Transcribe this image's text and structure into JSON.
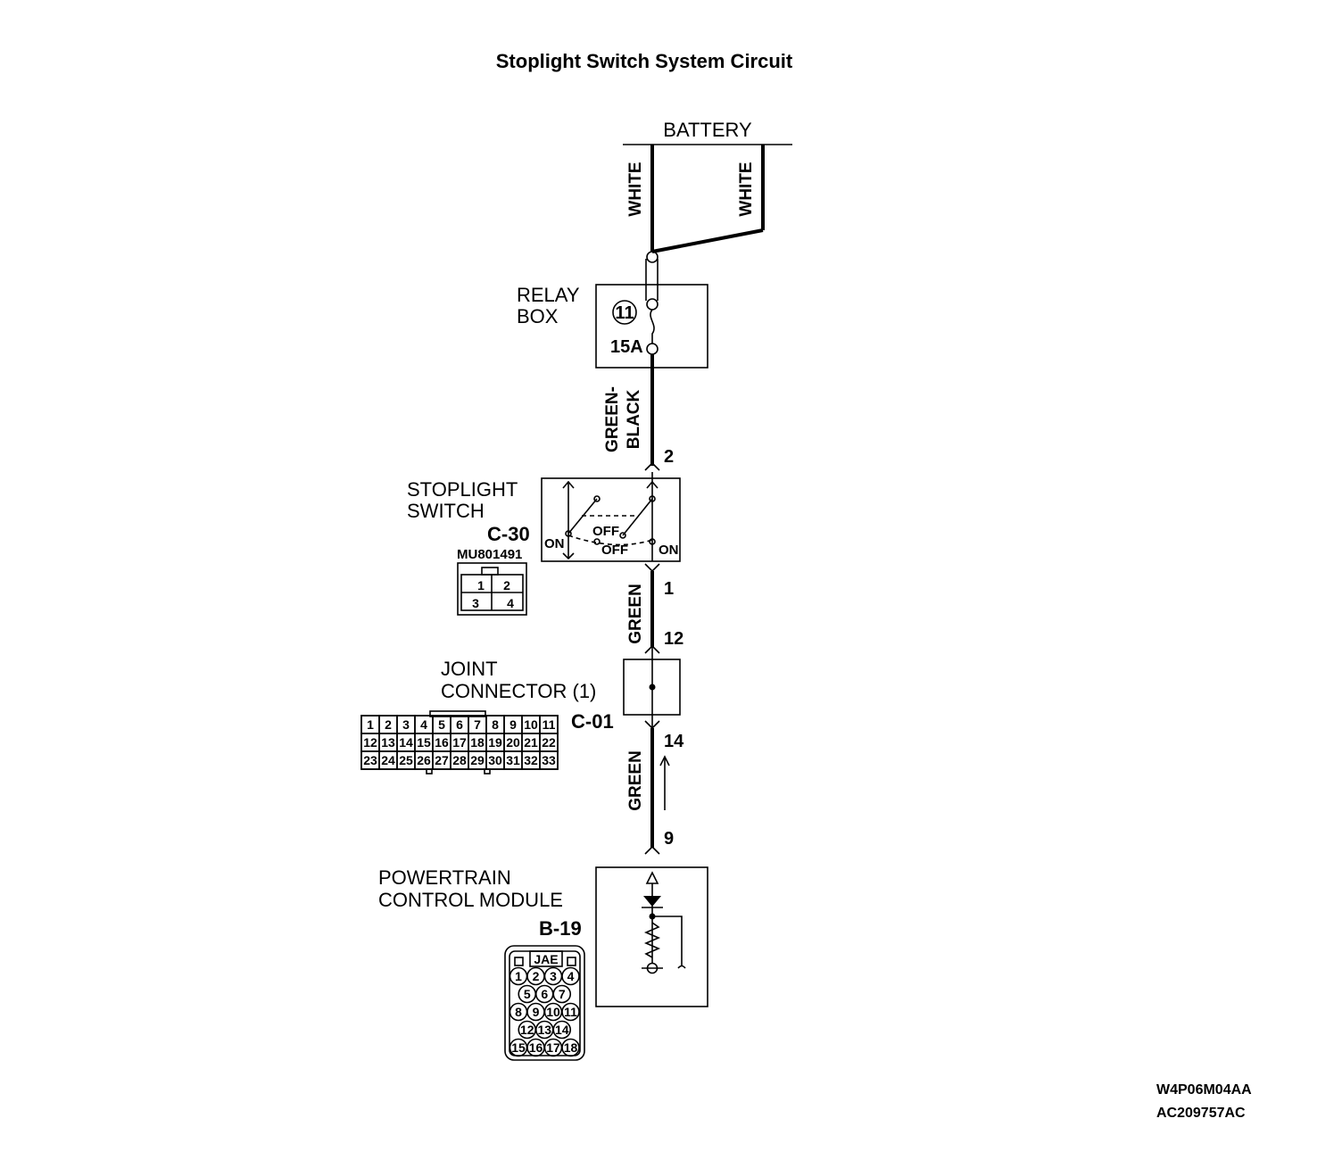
{
  "title": "Stoplight Switch System Circuit",
  "battery": {
    "label": "BATTERY",
    "wire_left": "WHITE",
    "wire_right": "WHITE"
  },
  "relay_box": {
    "label_line1": "RELAY",
    "label_line2": "BOX",
    "fuse_number": "11",
    "fuse_rating": "15A"
  },
  "wire_relay_to_switch": {
    "line1": "GREEN-",
    "line2": "BLACK"
  },
  "stoplight_switch": {
    "label_line1": "STOPLIGHT",
    "label_line2": "SWITCH",
    "connector_code": "C-30",
    "part_number": "MU801491",
    "pin_top": "2",
    "pin_bottom": "1",
    "on_left": "ON",
    "off_left": "OFF",
    "off_right": "OFF",
    "on_right": "ON",
    "connector_pins": [
      "1",
      "2",
      "3",
      "4"
    ]
  },
  "wire_switch_to_joint": "GREEN",
  "joint_connector": {
    "label_line1": "JOINT",
    "label_line2": "CONNECTOR (1)",
    "connector_code": "C-01",
    "pin_top": "12",
    "pin_bottom": "14",
    "grid_rows": [
      [
        "1",
        "2",
        "3",
        "4",
        "5",
        "6",
        "7",
        "8",
        "9",
        "10",
        "11"
      ],
      [
        "12",
        "13",
        "14",
        "15",
        "16",
        "17",
        "18",
        "19",
        "20",
        "21",
        "22"
      ],
      [
        "23",
        "24",
        "25",
        "26",
        "27",
        "28",
        "29",
        "30",
        "31",
        "32",
        "33"
      ]
    ]
  },
  "wire_joint_to_pcm": "GREEN",
  "powertrain_control_module": {
    "label_line1": "POWERTRAIN",
    "label_line2": "CONTROL MODULE",
    "connector_code": "B-19",
    "pin": "9",
    "connector_brand": "JAE",
    "connector_rows": [
      [
        "1",
        "2",
        "3",
        "4"
      ],
      [
        "5",
        "6",
        "7"
      ],
      [
        "8",
        "9",
        "10",
        "11"
      ],
      [
        "12",
        "13",
        "14"
      ],
      [
        "15",
        "16",
        "17",
        "18"
      ]
    ]
  },
  "figure_codes": {
    "line1": "W4P06M04AA",
    "line2": "AC209757AC"
  }
}
